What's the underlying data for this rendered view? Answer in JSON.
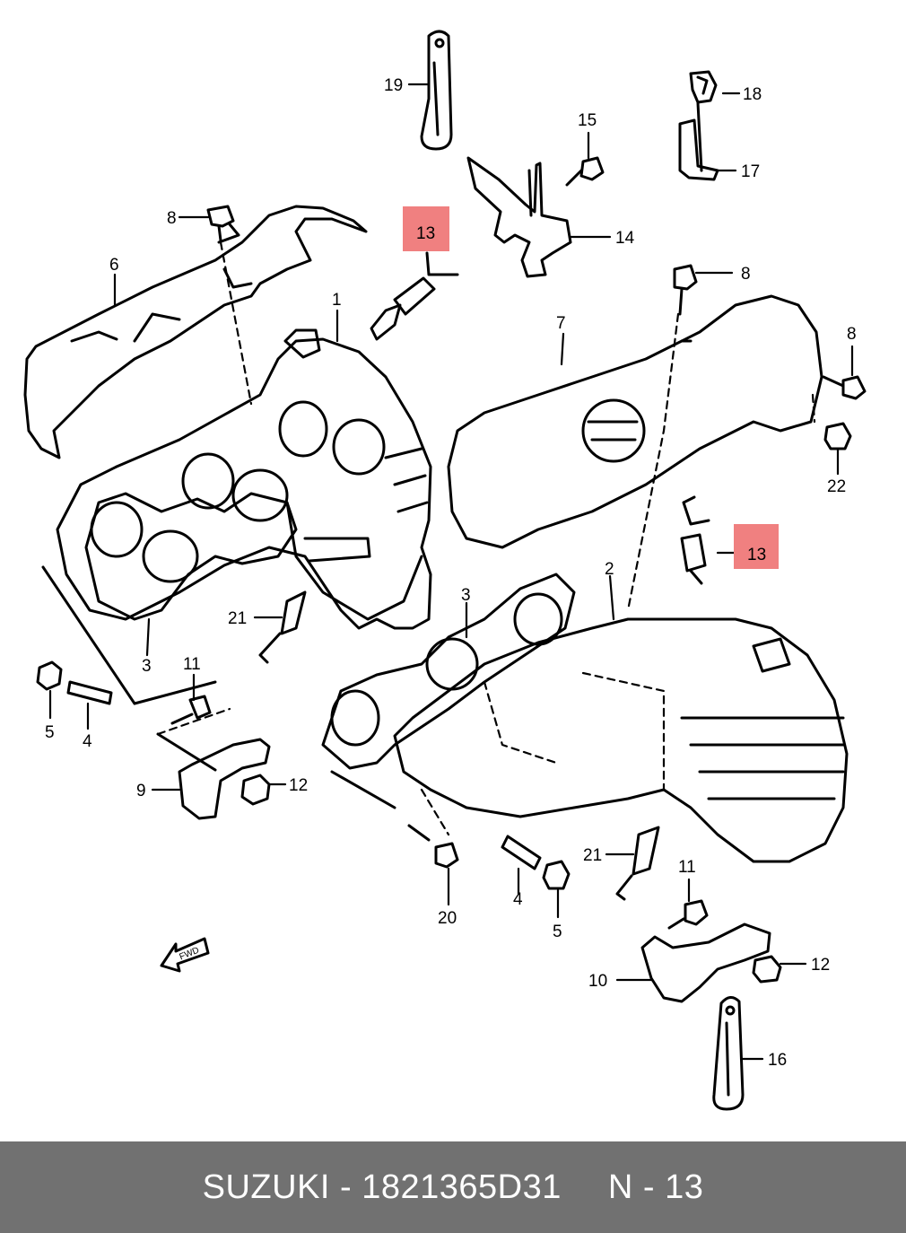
{
  "diagram": {
    "callouts": {
      "c1": "1",
      "c2": "2",
      "c3a": "3",
      "c3b": "3",
      "c4a": "4",
      "c4b": "4",
      "c5a": "5",
      "c5b": "5",
      "c6": "6",
      "c7": "7",
      "c8a": "8",
      "c8b": "8",
      "c8c": "8",
      "c9": "9",
      "c10": "10",
      "c11a": "11",
      "c11b": "11",
      "c12a": "12",
      "c12b": "12",
      "c13a": "13",
      "c13b": "13",
      "c14": "14",
      "c15": "15",
      "c16": "16",
      "c17": "17",
      "c18": "18",
      "c19": "19",
      "c20": "20",
      "c21a": "21",
      "c21b": "21",
      "c22": "22"
    },
    "fwd_label": "FWD",
    "highlight_color": "#f08080"
  },
  "footer": {
    "part_text": "SUZUKI - 1821365D31",
    "ref_text": "N - 13"
  }
}
